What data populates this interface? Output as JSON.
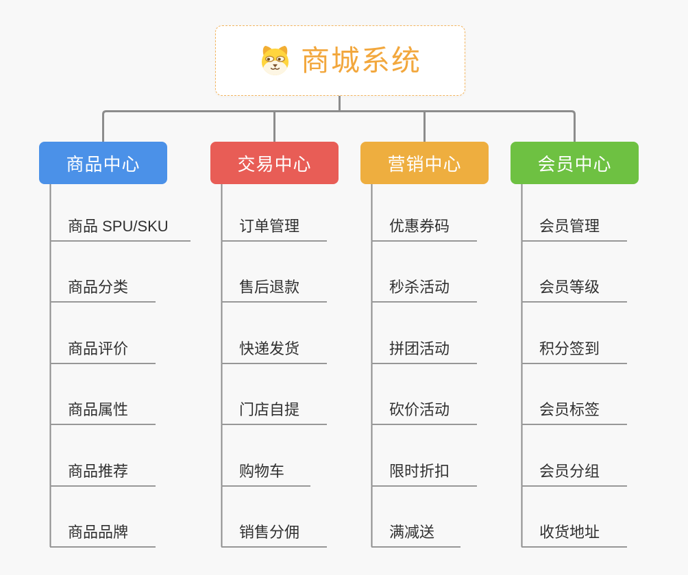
{
  "root": {
    "label": "商城系统",
    "icon": "dog-face-icon",
    "accent_color": "#f2a73d",
    "border_color": "#f3b45c"
  },
  "connector_color": "#8c8c8c",
  "underline_color": "#979797",
  "branches": [
    {
      "label": "商品中心",
      "color": "#4b91e8",
      "children": [
        "商品 SPU/SKU",
        "商品分类",
        "商品评价",
        "商品属性",
        "商品推荐",
        "商品品牌"
      ]
    },
    {
      "label": "交易中心",
      "color": "#e85d56",
      "children": [
        "订单管理",
        "售后退款",
        "快递发货",
        "门店自提",
        "购物车",
        "销售分佣"
      ]
    },
    {
      "label": "营销中心",
      "color": "#eeae3f",
      "children": [
        "优惠券码",
        "秒杀活动",
        "拼团活动",
        "砍价活动",
        "限时折扣",
        "满减送"
      ]
    },
    {
      "label": "会员中心",
      "color": "#6ec142",
      "children": [
        "会员管理",
        "会员等级",
        "积分签到",
        "会员标签",
        "会员分组",
        "收货地址"
      ]
    }
  ]
}
